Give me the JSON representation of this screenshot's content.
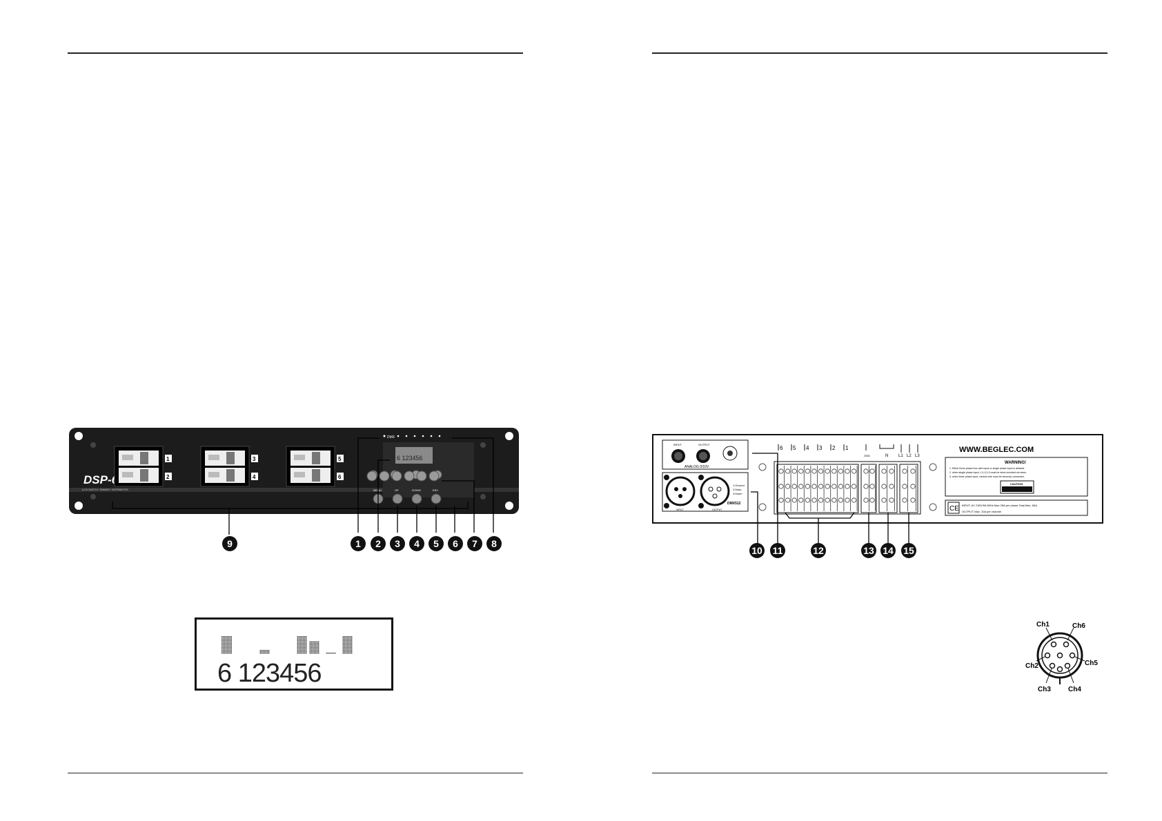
{
  "front_panel": {
    "model": "DSP-6",
    "model_subtitle": "6-CH SWITCH / DIMMER / DISTRIBUTOR",
    "dmx_label": "DMX",
    "lcd_text": "6 123456",
    "channel_numbers": [
      "1",
      "2",
      "3",
      "4",
      "5",
      "6"
    ],
    "button_labels": [
      "MENU",
      "UP",
      "DOWN",
      "ESC"
    ],
    "callouts": [
      "9",
      "1",
      "2",
      "3",
      "4",
      "5",
      "6",
      "7",
      "8"
    ]
  },
  "display_closeup": {
    "text": "6 123456"
  },
  "rear_panel": {
    "analog_label": "ANALOG 0/10V",
    "input_label": "INPUT",
    "output_label": "OUTPUT",
    "dmx_label": "DMX512",
    "xlr_pin_labels": [
      "1:Ground",
      "2:Data-",
      "3:Data+"
    ],
    "terminal_channels": [
      "6",
      "5",
      "4",
      "3",
      "2",
      "1"
    ],
    "terminal_labels": [
      "GND",
      "N",
      "L1",
      "L2",
      "L3"
    ],
    "website": "WWW.BEGLEC.COM",
    "warning_title": "WARNING!",
    "warning_lines": [
      "1. Either three-phase four-wire input or single phase input is allowed.",
      "2. when single phase input, L1,L2,L3 must be short-circuited via wires.",
      "3. when three phase input, neutral wire must be securely connected."
    ],
    "caution_label": "CAUTION",
    "ce_mark": "CE",
    "input_spec": "INPUT: AC 230V/50-60Hz  Max 25A per phase  Total Max. 60A",
    "output_spec": "OUTPUT: Max. 10A per channel",
    "callouts": [
      "10",
      "11",
      "12",
      "13",
      "14",
      "15"
    ]
  },
  "din_connector": {
    "labels": [
      "Ch1",
      "Ch6",
      "Ch2",
      "Ch5",
      "Ch3",
      "Ch4"
    ]
  }
}
